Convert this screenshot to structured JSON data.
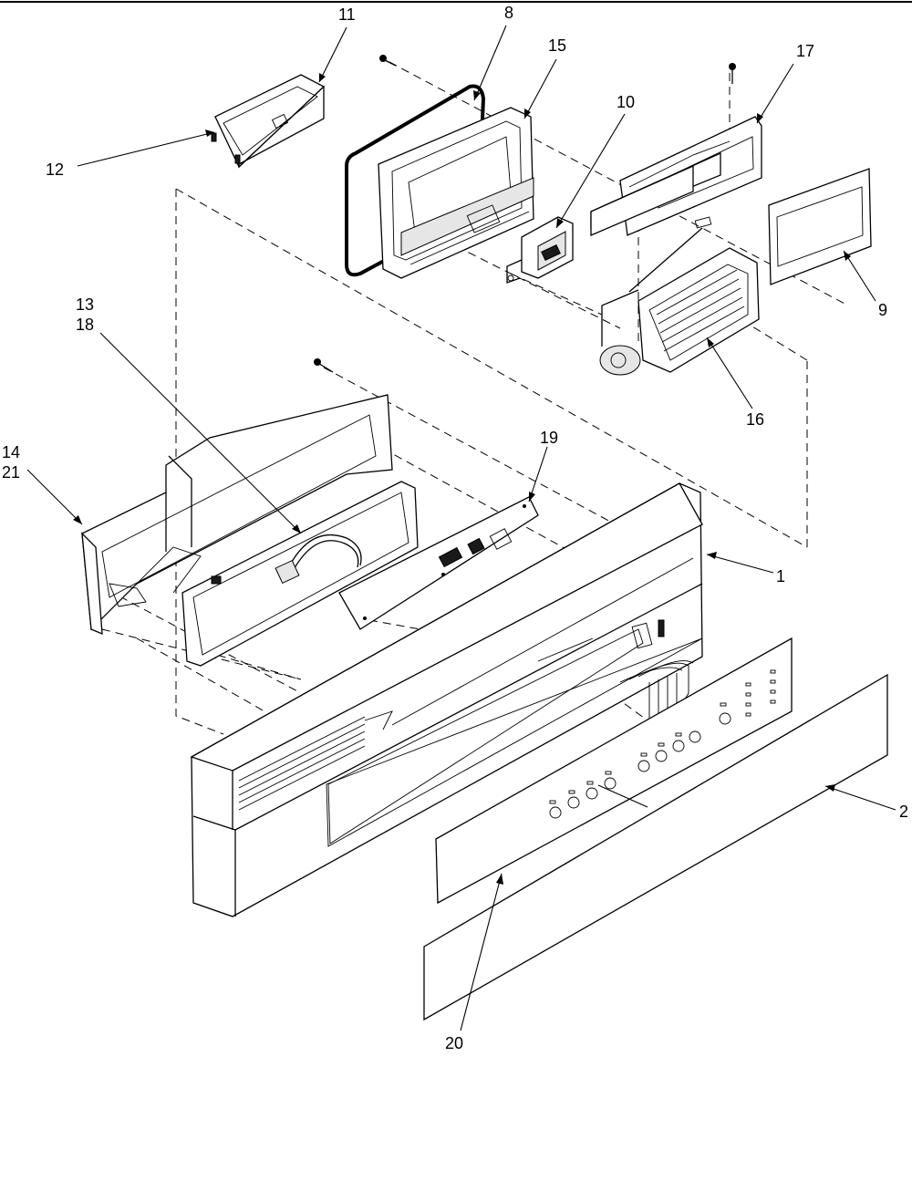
{
  "callouts": [
    {
      "id": "c1",
      "text": "1"
    },
    {
      "id": "c2",
      "text": "2"
    },
    {
      "id": "c8",
      "text": "8"
    },
    {
      "id": "c9",
      "text": "9"
    },
    {
      "id": "c10",
      "text": "10"
    },
    {
      "id": "c11",
      "text": "11"
    },
    {
      "id": "c12",
      "text": "12"
    },
    {
      "id": "c13",
      "text": "13"
    },
    {
      "id": "c14",
      "text": "14"
    },
    {
      "id": "c15",
      "text": "15"
    },
    {
      "id": "c16",
      "text": "16"
    },
    {
      "id": "c17",
      "text": "17"
    },
    {
      "id": "c18",
      "text": "18"
    },
    {
      "id": "c19",
      "text": "19"
    },
    {
      "id": "c20",
      "text": "20"
    },
    {
      "id": "c21",
      "text": "21"
    }
  ]
}
